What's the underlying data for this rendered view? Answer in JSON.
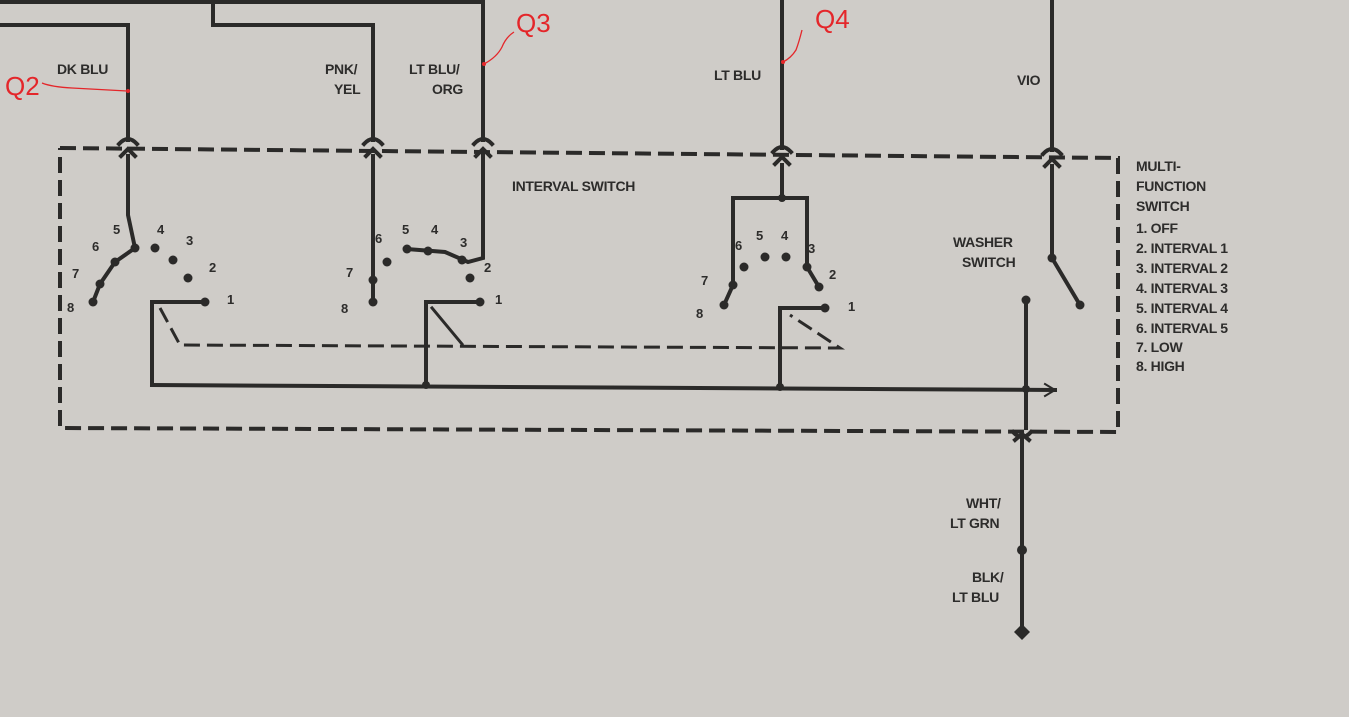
{
  "wires": {
    "dk_blu": "DK BLU",
    "pnk_yel": [
      "PNK/",
      "YEL"
    ],
    "lt_blu_org": [
      "LT BLU/",
      "ORG"
    ],
    "lt_blu": "LT BLU",
    "vio": "VIO",
    "wht_lt_grn": [
      "WHT/",
      "LT GRN"
    ],
    "blk_lt_blu": [
      "BLK/",
      "LT BLU"
    ]
  },
  "labels": {
    "interval_switch": "INTERVAL SWITCH",
    "washer_switch": [
      "WASHER",
      "SWITCH"
    ],
    "multi_function": [
      "MULTI-",
      "FUNCTION",
      "SWITCH"
    ]
  },
  "legend": [
    "1. OFF",
    "2. INTERVAL 1",
    "3. INTERVAL 2",
    "4. INTERVAL 3",
    "5. INTERVAL 4",
    "6. INTERVAL 5",
    "7. LOW",
    "8. HIGH"
  ],
  "contact_numbers": [
    "1",
    "2",
    "3",
    "4",
    "5",
    "6",
    "7",
    "8"
  ],
  "annotations": {
    "q2": "Q2",
    "q3": "Q3",
    "q4": "Q4"
  },
  "colors": {
    "paper": "#cfccc8",
    "ink": "#2b2a29",
    "annotation": "#e4262a"
  }
}
